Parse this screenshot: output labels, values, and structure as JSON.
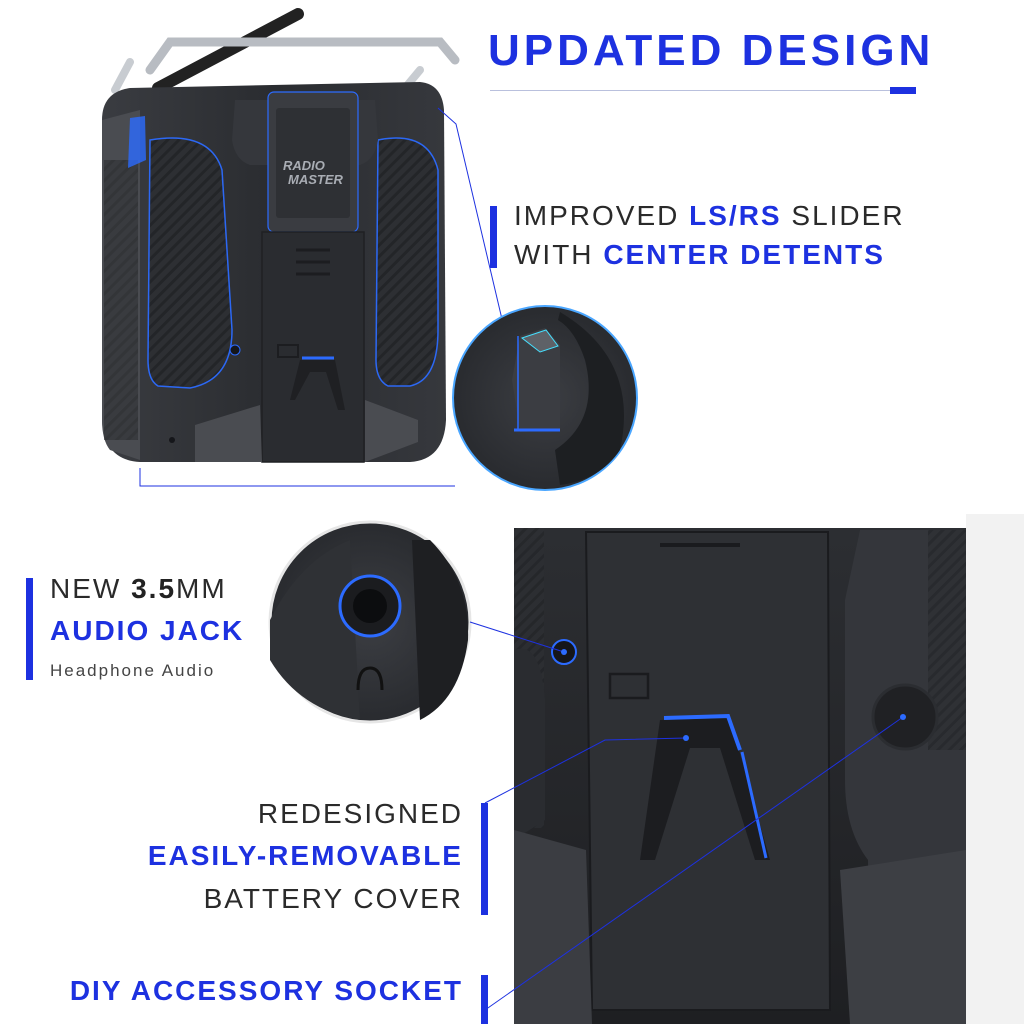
{
  "header": {
    "title": "UPDATED DESIGN"
  },
  "features": {
    "slider": {
      "prefix": "IMPROVED ",
      "highlight": "LS/RS",
      "suffix": " SLIDER",
      "line2_prefix": "WITH ",
      "line2_highlight": "CENTER DETENTS"
    },
    "audio": {
      "prefix": "NEW ",
      "bold": "3.5",
      "suffix": "MM",
      "highlight": "AUDIO JACK",
      "subtitle": "Headphone Audio"
    },
    "battery": {
      "line1": "REDESIGNED",
      "highlight": "EASILY-REMOVABLE",
      "line3": "BATTERY COVER"
    },
    "socket": {
      "highlight": "DIY ACCESSORY SOCKET"
    }
  },
  "product": {
    "logo_text": "RADIO MASTER"
  },
  "colors": {
    "accent": "#1d31e0",
    "text": "#2a2a2a",
    "body": "#2b2d31"
  }
}
